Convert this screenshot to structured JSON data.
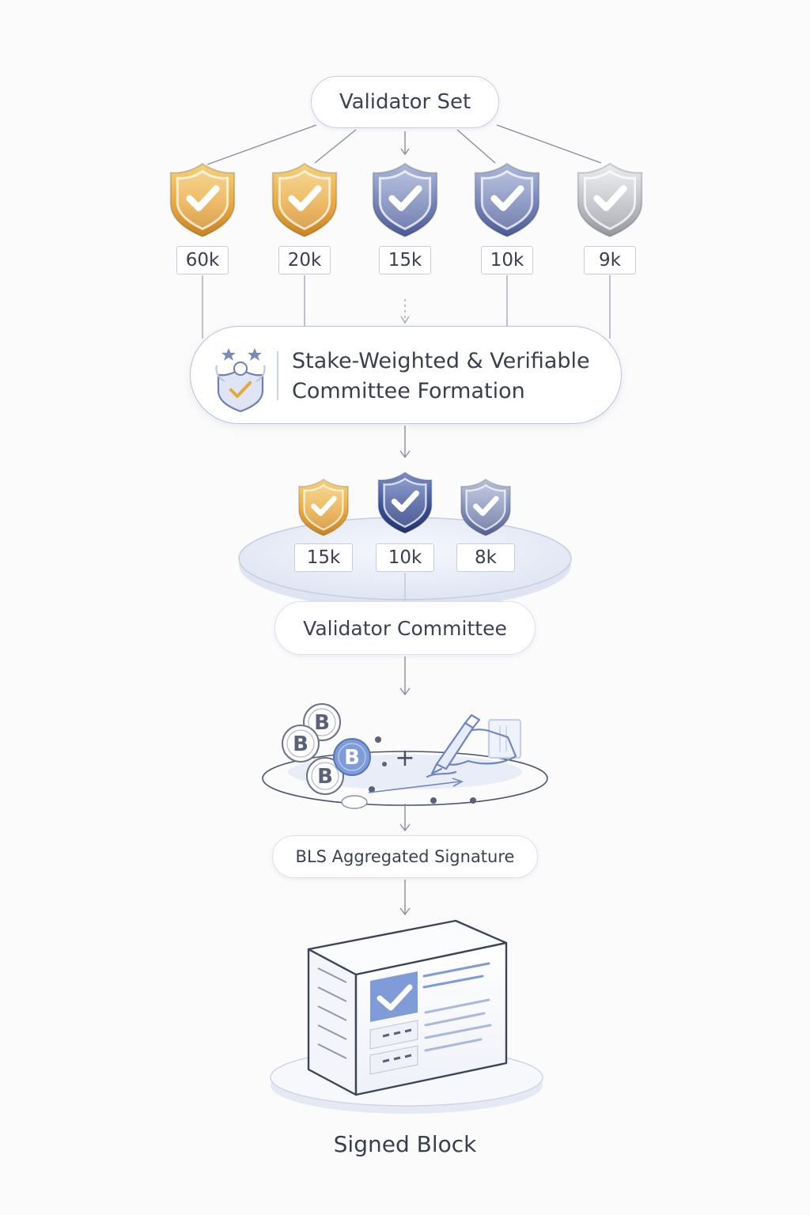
{
  "validator_set": {
    "title": "Validator Set",
    "validators": [
      {
        "stake": "60k",
        "tier": "gold",
        "icon": "shield-check-icon"
      },
      {
        "stake": "20k",
        "tier": "gold",
        "icon": "shield-check-icon"
      },
      {
        "stake": "15k",
        "tier": "blue",
        "icon": "shield-check-icon"
      },
      {
        "stake": "10k",
        "tier": "blue",
        "icon": "shield-check-icon"
      },
      {
        "stake": "9k",
        "tier": "silver",
        "icon": "shield-check-icon"
      }
    ]
  },
  "formation": {
    "line1": "Stake-Weighted & Verifiable",
    "line2": "Committee Formation",
    "icon": "committee-shield-stars-icon"
  },
  "committee": {
    "label": "Validator Committee",
    "members": [
      {
        "stake": "15k",
        "tier": "gold",
        "icon": "shield-check-icon"
      },
      {
        "stake": "10k",
        "tier": "navy",
        "icon": "shield-check-icon"
      },
      {
        "stake": "8k",
        "tier": "slate",
        "icon": "shield-check-icon"
      }
    ]
  },
  "signature": {
    "label": "BLS Aggregated Signature",
    "coin_symbol": "B",
    "plus_symbol": "+",
    "icons": [
      "coin-icon",
      "hand-signing-icon"
    ]
  },
  "signed_block": {
    "label": "Signed Block",
    "icon": "block-document-icon"
  },
  "colors": {
    "gold": "#e5a83c",
    "blue": "#6e7fb0",
    "navy": "#34488a",
    "silver": "#b7b9bf",
    "accent": "#7f9bd8",
    "line": "#8a8f99"
  }
}
